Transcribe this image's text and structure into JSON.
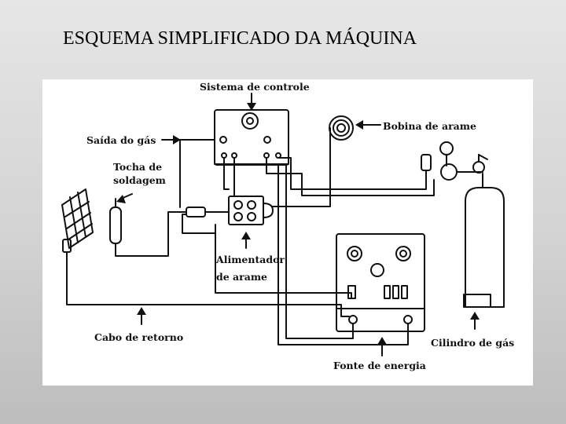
{
  "slide": {
    "title": "ESQUEMA SIMPLIFICADO DA MÁQUINA"
  },
  "diagram": {
    "labels": {
      "control_system": "Sistema de controle",
      "gas_outlet": "Saída do gás",
      "torch_line1": "Tocha de",
      "torch_line2": "soldagem",
      "wire_spool": "Bobina de arame",
      "feeder_line1": "Alimentador",
      "feeder_line2": "de arame",
      "return_cable": "Cabo de retorno",
      "gas_cylinder": "Cilindro de gás",
      "power_source": "Fonte de energia"
    }
  }
}
